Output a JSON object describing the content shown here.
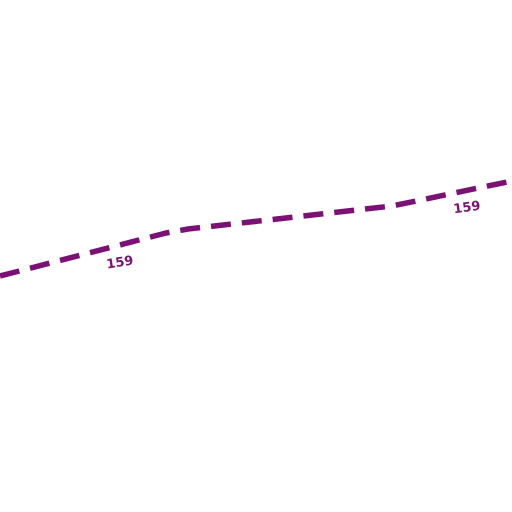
{
  "map": {
    "route": {
      "color": "#7b1175",
      "style": "dashed",
      "labels": [
        "159",
        "159"
      ]
    }
  }
}
